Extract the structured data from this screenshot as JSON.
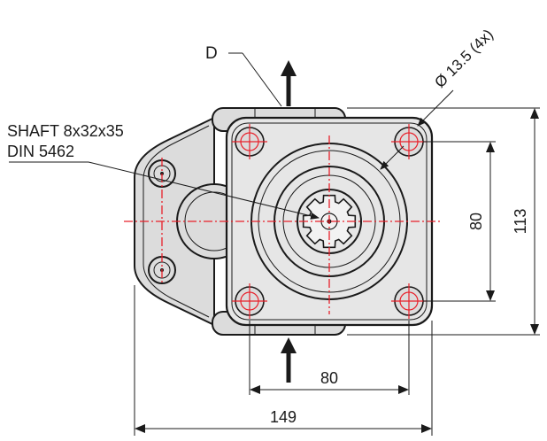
{
  "labels": {
    "view": "D",
    "hole": "Ø 13.5 (4x)",
    "shaft_line1": "SHAFT 8x32x35",
    "shaft_line2": "DIN 5462"
  },
  "dimensions": {
    "hole_spacing_horizontal": "80",
    "hole_spacing_vertical": "80",
    "overall_height": "113",
    "overall_width": "149"
  }
}
